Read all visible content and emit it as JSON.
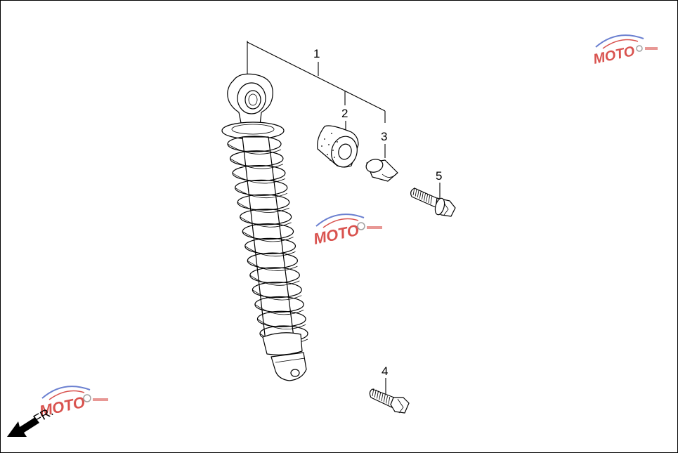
{
  "callouts": {
    "c1": "1",
    "c2": "2",
    "c3": "3",
    "c4": "4",
    "c5": "5"
  },
  "direction": {
    "label": "FR.",
    "icon": "front-arrow-icon"
  },
  "watermark": {
    "text": "MOTO",
    "icon": "moto-logo-icon",
    "colors": {
      "red": "#d9534f",
      "blue": "#6a7fd0",
      "gray": "#a0a0a0"
    }
  }
}
